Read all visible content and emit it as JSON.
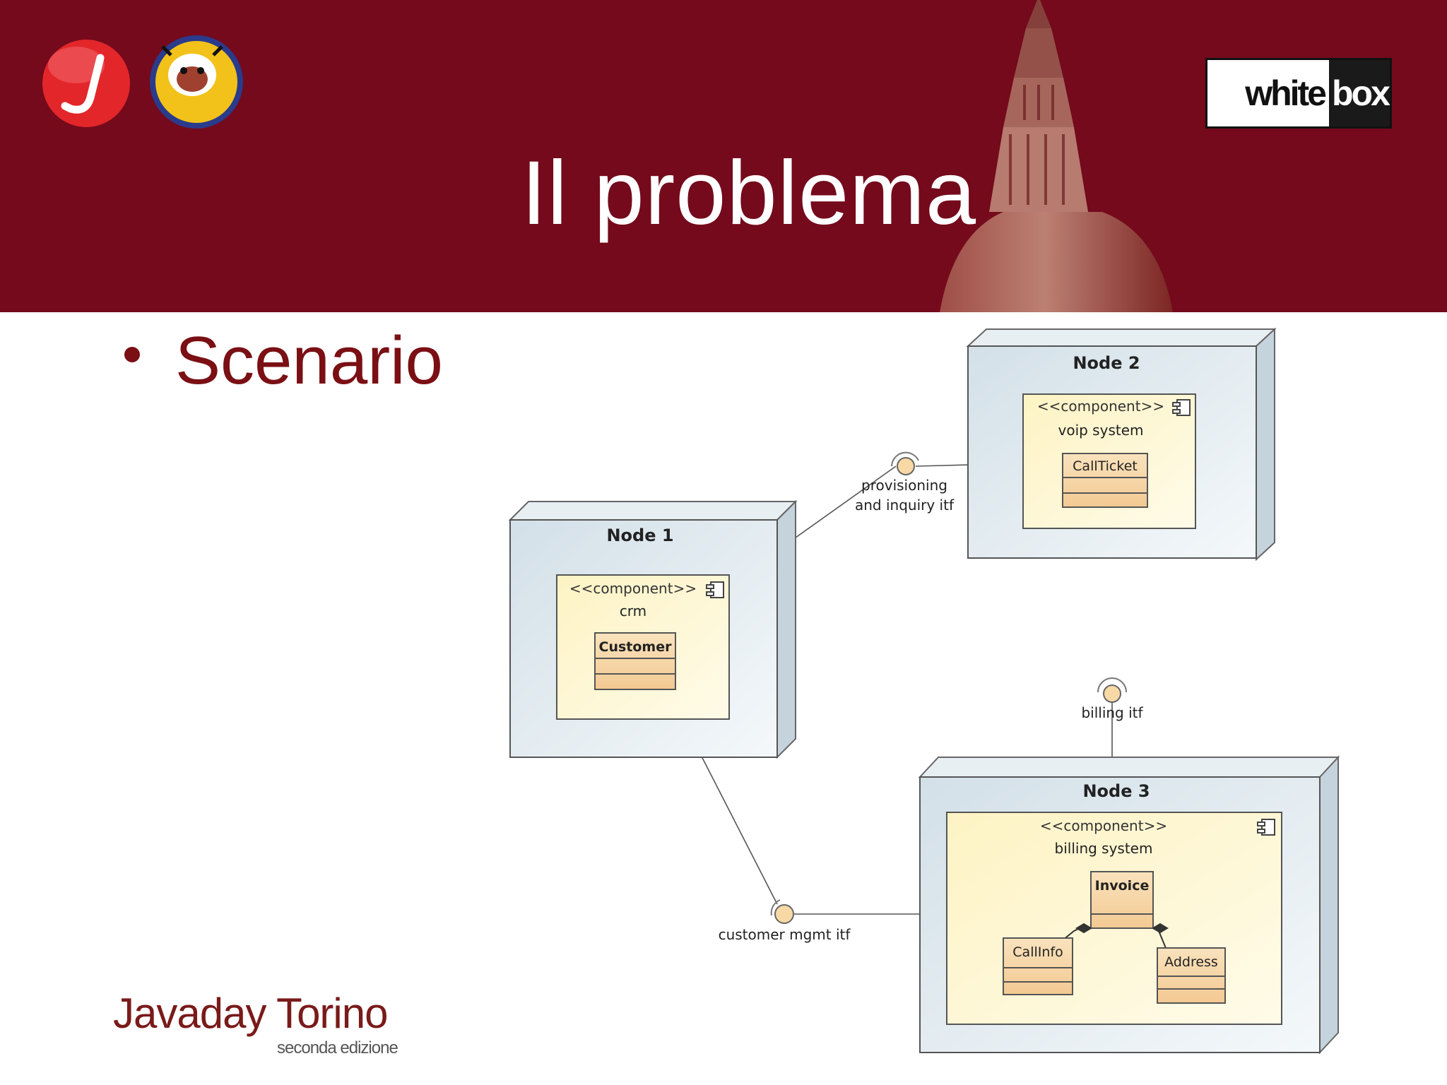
{
  "slide": {
    "title": "Il problema",
    "bullet": "Scenario",
    "footer_title": "Javaday Torino",
    "footer_subtitle": "seconda edizione",
    "sponsor_logo": {
      "part1": "white",
      "part2": "box"
    }
  },
  "colors": {
    "header_bg": "#740a1c",
    "accent_text": "#7a0f14",
    "node_fill": "#dde8ef",
    "component_fill": "#fdf6d0",
    "class_fill": "#f6d3a4",
    "interface_fill": "#f8d9a6"
  },
  "icons": [
    "j-logo-icon",
    "jug-torino-logo-icon",
    "component-icon",
    "interface-lollipop-icon"
  ],
  "diagram": {
    "nodes": [
      {
        "name": "Node 1",
        "component": {
          "stereotype": "<<component>>",
          "name": "crm",
          "classes": [
            "Customer"
          ]
        }
      },
      {
        "name": "Node 2",
        "component": {
          "stereotype": "<<component>>",
          "name": "voip system",
          "classes": [
            "CallTicket"
          ]
        }
      },
      {
        "name": "Node 3",
        "component": {
          "stereotype": "<<component>>",
          "name": "billing system",
          "classes": [
            "Invoice",
            "CallInfo",
            "Address"
          ]
        }
      }
    ],
    "interfaces": [
      {
        "label_line1": "provisioning",
        "label_line2": "and inquiry itf"
      },
      {
        "label": "billing itf"
      },
      {
        "label": "customer mgmt itf"
      }
    ]
  }
}
